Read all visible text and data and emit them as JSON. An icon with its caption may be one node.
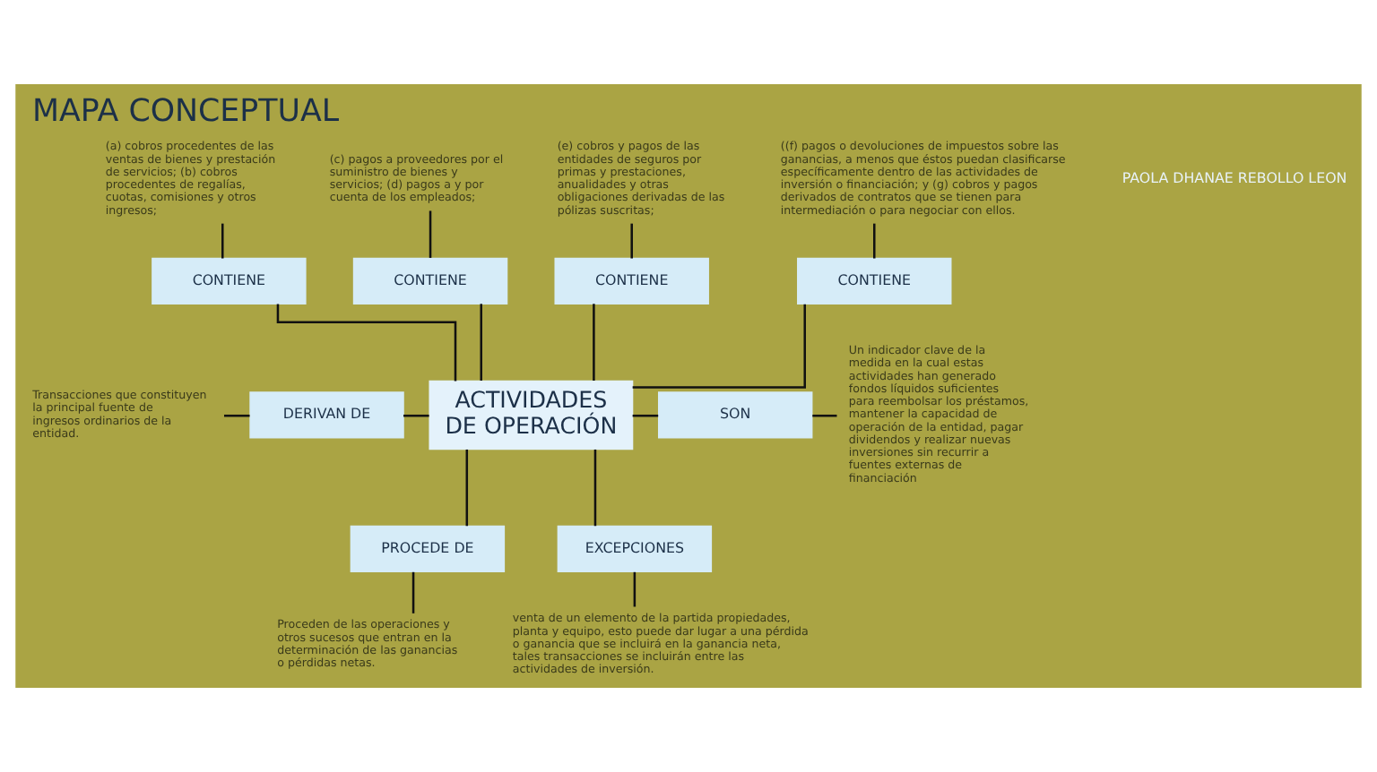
{
  "diagram": {
    "title": "MAPA CONCEPTUAL",
    "nodes": [
      {
        "text": [
          "(a) cobros procedentes de las ventas de bienes y prestación de servicios; (b) cobros procedentes de regalías, cuotas, comisiones y otros ingresos;"
        ]
      },
      {
        "text": [
          "(c) pagos a proveedores por el suministro de bienes y servicios; (d) pagos a y por cuenta de los empleados;"
        ]
      },
      {
        "text": [
          "(e) cobros y pagos de las entidades de seguros por primas y prestaciones, anualidades y otras obligaciones derivadas de las pólizas suscritas;"
        ]
      },
      {
        "text": [
          "((f) pagos o devoluciones de impuestos sobre las ganancias, a menos que éstos puedan clasificarse específicamente dentro de las actividades de inversión o financiación; y (g) cobros y pagos derivados de contratos que se tienen para intermediación o para negociar con ellos."
        ]
      },
      {
        "text": [
          "CONTIENE"
        ]
      },
      {
        "text": [
          "CONTIENE"
        ]
      },
      {
        "text": [
          "CONTIENE"
        ]
      },
      {
        "text": [
          "CONTIENE"
        ]
      },
      {
        "text": [
          "Transacciones que constituyen la principal fuente de ingresos ordinarios de la entidad."
        ]
      },
      {
        "text": [
          "DERIVAN DE"
        ]
      },
      {
        "text": [
          "ACTIVIDADES DE OPERACIÓN"
        ]
      },
      {
        "text": [
          "SON"
        ]
      },
      {
        "text": [
          "Un indicador clave de la medida en la cual estas actividades han generado fondos líquidos suficientes para reembolsar los préstamos, mantener la capacidad de operación de la entidad, pagar dividendos y realizar nuevas inversiones sin recurrir a fuentes externas de financiación"
        ]
      },
      {
        "text": [
          "PROCEDE DE"
        ]
      },
      {
        "text": [
          "EXCEPCIONES"
        ]
      },
      {
        "text": [
          "Proceden de las operaciones y otros sucesos que entran en la determinación de las ganancias o pérdidas netas."
        ]
      },
      {
        "text": [
          "venta de un elemento de la partida propiedades, planta y equipo, esto puede dar lugar a una pérdida o ganancia que se incluirá en la ganancia neta,  tales transacciones se incluirán entre las actividades de inversión."
        ]
      }
    ],
    "edges": [
      {
        "from": 0,
        "to": 4,
        "arrow": "none"
      },
      {
        "from": 1,
        "to": 5,
        "arrow": "none"
      },
      {
        "from": 2,
        "to": 6,
        "arrow": "none"
      },
      {
        "from": 3,
        "to": 7,
        "arrow": "none"
      },
      {
        "from": 4,
        "to": 10,
        "arrow": "none"
      },
      {
        "from": 5,
        "to": 10,
        "arrow": "none"
      },
      {
        "from": 6,
        "to": 10,
        "arrow": "none"
      },
      {
        "from": 7,
        "to": 10,
        "arrow": "none"
      },
      {
        "from": 8,
        "to": 9,
        "arrow": "none"
      },
      {
        "from": 9,
        "to": 10,
        "arrow": "none"
      },
      {
        "from": 10,
        "to": 11,
        "arrow": "none"
      },
      {
        "from": 11,
        "to": 12,
        "arrow": "none"
      },
      {
        "from": 10,
        "to": 13,
        "arrow": "none"
      },
      {
        "from": 10,
        "to": 14,
        "arrow": "none"
      },
      {
        "from": 13,
        "to": 15,
        "arrow": "none"
      },
      {
        "from": 14,
        "to": 16,
        "arrow": "none"
      }
    ],
    "labels": [
      "PAOLA DHANAE REBOLLO LEON"
    ]
  }
}
